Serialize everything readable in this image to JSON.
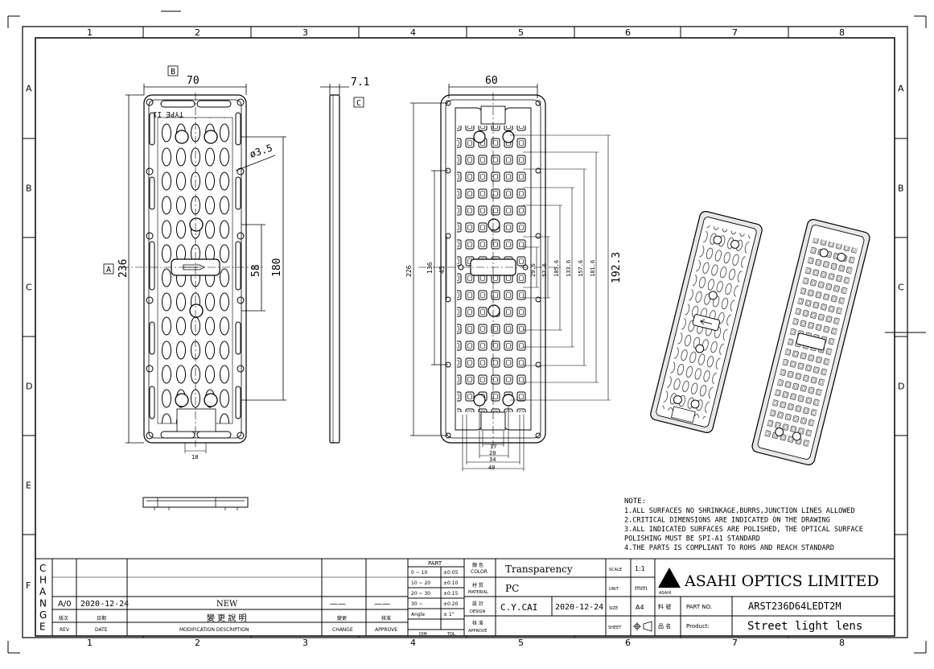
{
  "grid": {
    "columns": [
      "1",
      "2",
      "3",
      "4",
      "5",
      "6",
      "7",
      "8"
    ],
    "rows": [
      "A",
      "B",
      "C",
      "D",
      "E",
      "F"
    ]
  },
  "views": {
    "front": {
      "width_dim": "70",
      "height_dim": "236",
      "hole_dim": "ø3.5",
      "inner_dim_58": "58",
      "inner_dim_180": "180",
      "bottom_dim": "18",
      "type_label": "TYPE II",
      "datum_a": "A",
      "datum_b": "B"
    },
    "side": {
      "thickness_dim": "7.1",
      "datum_c": "C"
    },
    "back": {
      "width_dim": "60",
      "left_dims": [
        "226",
        "136",
        "45"
      ],
      "right_dims": [
        "29.6",
        "57.6",
        "105.6",
        "133.6",
        "157.6",
        "181.6"
      ],
      "overall_dim": "192.3",
      "bottom_dims": [
        "17",
        "20",
        "34",
        "40"
      ]
    }
  },
  "notes": {
    "title": "NOTE:",
    "lines": [
      "1.ALL SURFACES NO SHRINKAGE,BURRS,JUNCTION LINES ALLOWED",
      "2.CRITICAL DIMENSIONS ARE INDICATED ON THE DRAWING",
      "3.ALL INDICATED SURFACES ARE POLISHED, THE OPTICAL SURFACE",
      "POLISHING MUST BE SPI-A1 STANDARD",
      "4.THE PARTS IS COMPLIANT TO ROHS AND REACH STANDARD"
    ]
  },
  "title_block": {
    "change_letters": [
      "C",
      "H",
      "A",
      "N",
      "G",
      "E"
    ],
    "rev": "A/0",
    "rev_date": "2020-12-24",
    "rev_desc": "NEW",
    "rev_change": "——",
    "rev_approve": "——",
    "col_rev": "REV",
    "col_rev_zh": "版次",
    "col_date": "DATE",
    "col_date_zh": "日期",
    "col_desc": "MODIFICATION DESCRIPTION",
    "col_desc_zh": "變 更 說 明",
    "col_change": "CHANGE",
    "col_change_zh": "變更",
    "col_approve": "APPROVE",
    "col_approve_zh": "核准",
    "part_header": "PART",
    "tol_rows": [
      {
        "range": "0 ~ 10",
        "tol": "±0.05"
      },
      {
        "range": "10 ~ 20",
        "tol": "±0.10"
      },
      {
        "range": "20 ~ 30",
        "tol": "±0.15"
      },
      {
        "range": "30 ~",
        "tol": "±0.20"
      },
      {
        "range": "Angle",
        "tol": "± 1°"
      }
    ],
    "col_dim": "DIM",
    "col_tol": "TOL",
    "color_label": "COLOR",
    "color_label_zh": "顏 色",
    "color_value": "Transparency",
    "material_label": "MATERIAL",
    "material_label_zh": "材 質",
    "material_value": "PC",
    "design_label": "DESIGN",
    "design_label_zh": "設 計",
    "designer": "C.Y.CAI",
    "design_date": "2020-12-24",
    "approve_label": "APPROVE",
    "approve_label_zh": "核 准",
    "scale_label": "SCALE",
    "scale_value": "1:1",
    "unit_label": "UNIT",
    "unit_value": "mm",
    "size_label": "SIZE",
    "size_value": "A4",
    "sheet_label": "SHEET",
    "company": "ASAHI OPTICS LIMITED",
    "logo_text": "ASAHI",
    "partno_label_zh": "料 號",
    "partno_label": "PART NO.",
    "partno_value": "ARST236D64LEDT2M",
    "product_label_zh": "品 名",
    "product_label": "Product:",
    "product_value": "Street light lens"
  }
}
